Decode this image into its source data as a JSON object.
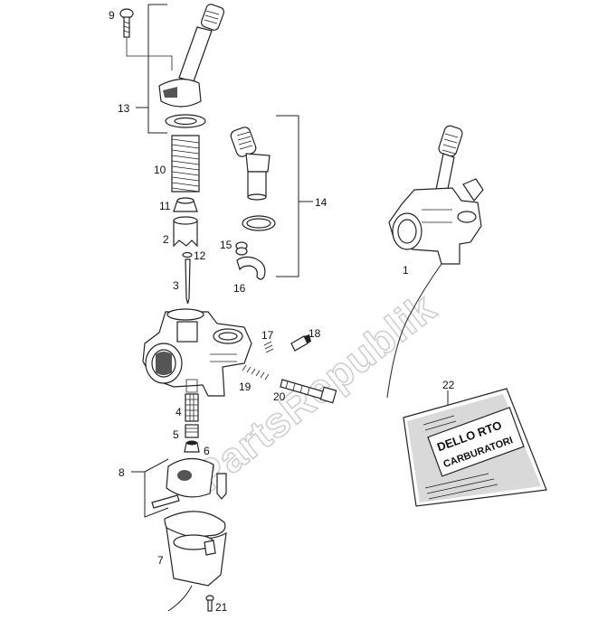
{
  "watermark": "PartsRepublik",
  "labels": {
    "p1": "1",
    "p2": "2",
    "p3": "3",
    "p4": "4",
    "p5": "5",
    "p6": "6",
    "p7": "7",
    "p8": "8",
    "p9": "9",
    "p10": "10",
    "p11": "11",
    "p12": "12",
    "p13": "13",
    "p14": "14",
    "p15": "15",
    "p16": "16",
    "p17": "17",
    "p18": "18",
    "p19": "19",
    "p20": "20",
    "p21": "21",
    "p22": "22"
  },
  "document": {
    "line1": "DELLO RTO",
    "line2": "CARBURATORI"
  }
}
